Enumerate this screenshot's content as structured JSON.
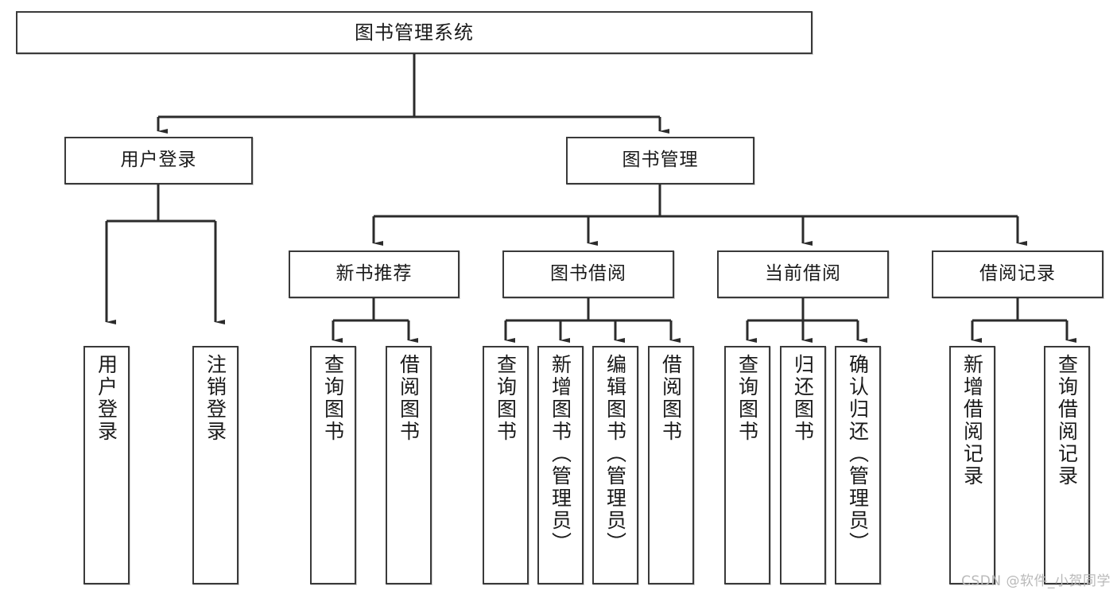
{
  "diagram": {
    "type": "tree",
    "title": "图书管理系统",
    "orientation": "top-down",
    "colors": {
      "box_border": "#3a3a3a",
      "box_fill": "#ffffff",
      "edge": "#2b2b2b",
      "text": "#1a1a1a",
      "watermark": "#b9b9b9",
      "background": "#ffffff"
    },
    "levels": {
      "level0": "系统",
      "level1": "模块",
      "level2": "子模块",
      "level3": "功能"
    }
  },
  "nodes": {
    "root": {
      "label": "图书管理系统"
    },
    "level1": [
      {
        "label": "用户登录"
      },
      {
        "label": "图书管理"
      }
    ],
    "level2": [
      {
        "label": "新书推荐"
      },
      {
        "label": "图书借阅"
      },
      {
        "label": "当前借阅"
      },
      {
        "label": "借阅记录"
      }
    ],
    "leaves": {
      "user_login": [
        {
          "label": "用户登录"
        },
        {
          "label": "注销登录"
        }
      ],
      "new_book": [
        {
          "label": "查询图书"
        },
        {
          "label": "借阅图书"
        }
      ],
      "book_borrow": [
        {
          "label": "查询图书"
        },
        {
          "label": "新增图书（管理员）"
        },
        {
          "label": "编辑图书（管理员）"
        },
        {
          "label": "借阅图书"
        }
      ],
      "current_borrow": [
        {
          "label": "查询图书"
        },
        {
          "label": "归还图书"
        },
        {
          "label": "确认归还（管理员）"
        }
      ],
      "borrow_record": [
        {
          "label": "新增借阅记录"
        },
        {
          "label": "查询借阅记录"
        }
      ]
    }
  },
  "watermark": {
    "text": "CSDN @软件_小贺同学"
  }
}
